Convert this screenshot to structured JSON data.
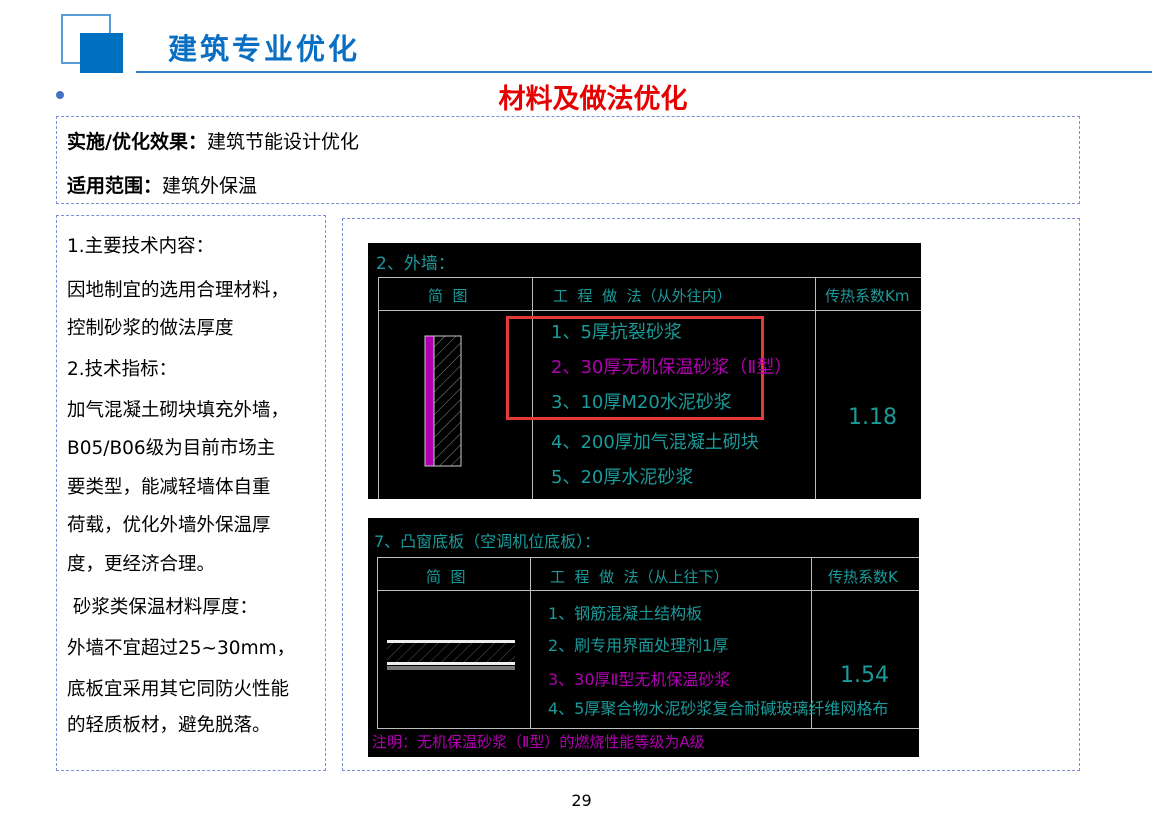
{
  "header": {
    "title": "建筑专业优化",
    "subtitle": "材料及做法优化"
  },
  "summary": {
    "effect_label": "实施/优化效果：",
    "effect_value": "建筑节能设计优化",
    "scope_label": "适用范围：",
    "scope_value": "建筑外保温"
  },
  "left_panel": {
    "lines": [
      "1.主要技术内容：",
      "因地制宜的选用合理材料，",
      "控制砂浆的做法厚度",
      "2.技术指标：",
      "加气混凝土砌块填充外墙，",
      "B05/B06级为目前市场主",
      "要类型，能减轻墙体自重",
      "荷载，优化外墙外保温厚",
      "度，更经济合理。",
      " 砂浆类保温材料厚度：",
      "外墙不宜超过25~30mm，",
      "底板宜采用其它同防火性能",
      "的轻质板材，避免脱落。"
    ]
  },
  "cad1": {
    "title": "2、外墙：",
    "headers": [
      "简  图",
      "工  程  做  法（从外往内）",
      "传热系数Km"
    ],
    "items": [
      "1、5厚抗裂砂浆",
      "2、30厚无机保温砂浆（Ⅱ型）",
      "3、10厚M20水泥砂浆",
      "4、200厚加气混凝土砌块",
      "5、20厚水泥砂浆"
    ],
    "k_value": "1.18",
    "highlight_color": "#e53935"
  },
  "cad2": {
    "title": "7、凸窗底板（空调机位底板）：",
    "headers": [
      "简  图",
      "工  程  做  法（从上往下）",
      "传热系数K"
    ],
    "items": [
      "1、钢筋混凝土结构板",
      "2、刷专用界面处理剂1厚",
      "3、30厚Ⅱ型无机保温砂浆",
      "4、5厚聚合物水泥砂浆复合耐碱玻璃纤维网格布"
    ],
    "k_value": "1.54",
    "note": "注明：无机保温砂浆（Ⅱ型）的燃烧性能等级为A级"
  },
  "colors": {
    "brand_blue": "#0070c0",
    "title_red": "#e60000",
    "cad_cyan": "#1a9a9a",
    "cad_magenta": "#b000b0"
  },
  "footer": {
    "page_number": "29"
  }
}
